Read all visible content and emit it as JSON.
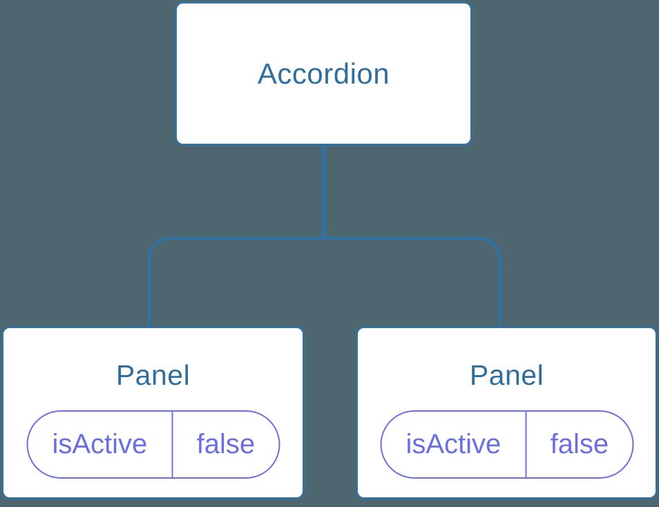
{
  "diagram": {
    "root": {
      "label": "Accordion"
    },
    "panels": [
      {
        "label": "Panel",
        "state": {
          "name": "isActive",
          "value": "false"
        }
      },
      {
        "label": "Panel",
        "state": {
          "name": "isActive",
          "value": "false"
        }
      }
    ]
  },
  "colors": {
    "background": "#4D6670",
    "node_fill": "#FFFFFF",
    "node_border": "#36719E",
    "connector_line": "#2B73A8",
    "node_text": "#2E6F9E",
    "state_accent": "#6A6FE0"
  }
}
